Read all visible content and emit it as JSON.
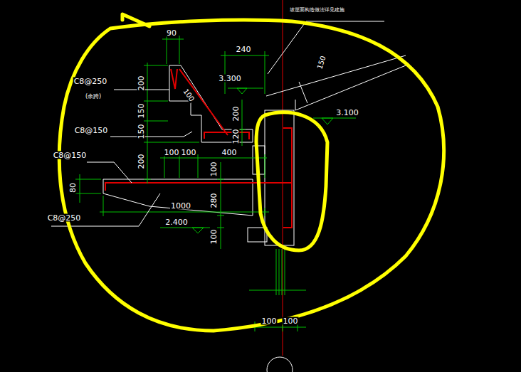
{
  "diagram": {
    "labels": [
      "坡屋面构造做法详见建施",
      "90",
      "240",
      "150",
      "C8@250",
      "200",
      "3.300",
      "(余跨)",
      "100",
      "150",
      "200",
      "3.100",
      "C8@150",
      "150",
      "120",
      "C8@150",
      "100",
      "100",
      "400",
      "200",
      "100",
      "80",
      "1000",
      "280",
      "C8@250",
      "2.400",
      "100",
      "100",
      "100"
    ]
  }
}
